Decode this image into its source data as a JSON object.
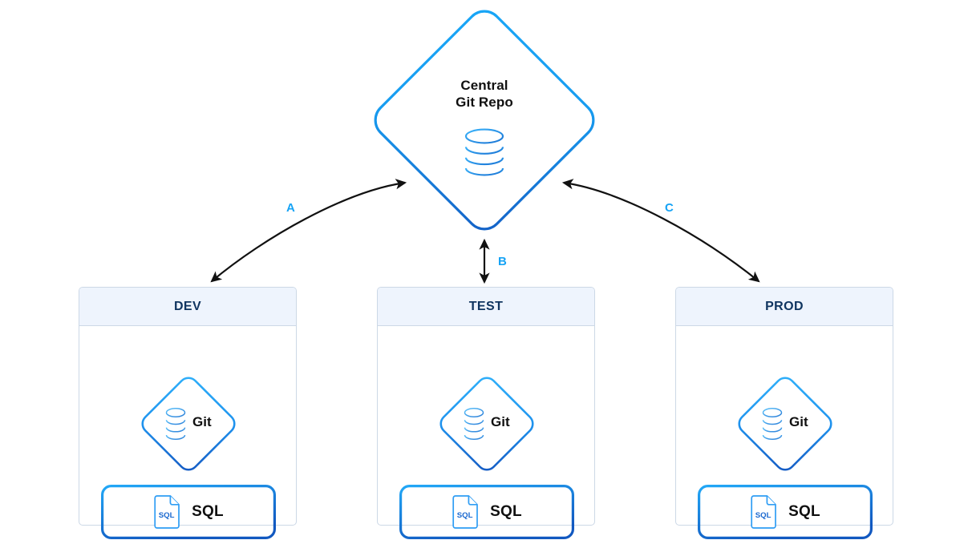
{
  "diagram": {
    "title": "Central Git Repo with DEV / TEST / PROD environments",
    "colors": {
      "accent_light": "#16a3f5",
      "accent_dark": "#1462c8",
      "header_bg": "#eef4fd",
      "header_text": "#103560",
      "box_border": "#ccd8e6",
      "arrow": "#111111",
      "label": "#16a3f5"
    }
  },
  "central": {
    "name": "central-git-repo",
    "title": "Central\nGit Repo",
    "title_line1": "Central",
    "title_line2": "Git Repo",
    "icon": "database-cylinder-icon"
  },
  "connectors": [
    {
      "id": "A",
      "label": "A",
      "from": "central-git-repo",
      "to": "DEV",
      "style": "curved",
      "direction": "bidirectional"
    },
    {
      "id": "B",
      "label": "B",
      "from": "central-git-repo",
      "to": "TEST",
      "style": "straight",
      "direction": "bidirectional"
    },
    {
      "id": "C",
      "label": "C",
      "from": "central-git-repo",
      "to": "PROD",
      "style": "curved",
      "direction": "bidirectional"
    }
  ],
  "environments": [
    {
      "name": "dev",
      "header": "DEV",
      "git": {
        "label": "Git",
        "icon": "database-cylinder-icon"
      },
      "sql": {
        "label": "SQL",
        "icon": "sql-file-icon",
        "icon_text": "SQL"
      }
    },
    {
      "name": "test",
      "header": "TEST",
      "git": {
        "label": "Git",
        "icon": "database-cylinder-icon"
      },
      "sql": {
        "label": "SQL",
        "icon": "sql-file-icon",
        "icon_text": "SQL"
      }
    },
    {
      "name": "prod",
      "header": "PROD",
      "git": {
        "label": "Git",
        "icon": "database-cylinder-icon"
      },
      "sql": {
        "label": "SQL",
        "icon": "sql-file-icon",
        "icon_text": "SQL"
      }
    }
  ]
}
